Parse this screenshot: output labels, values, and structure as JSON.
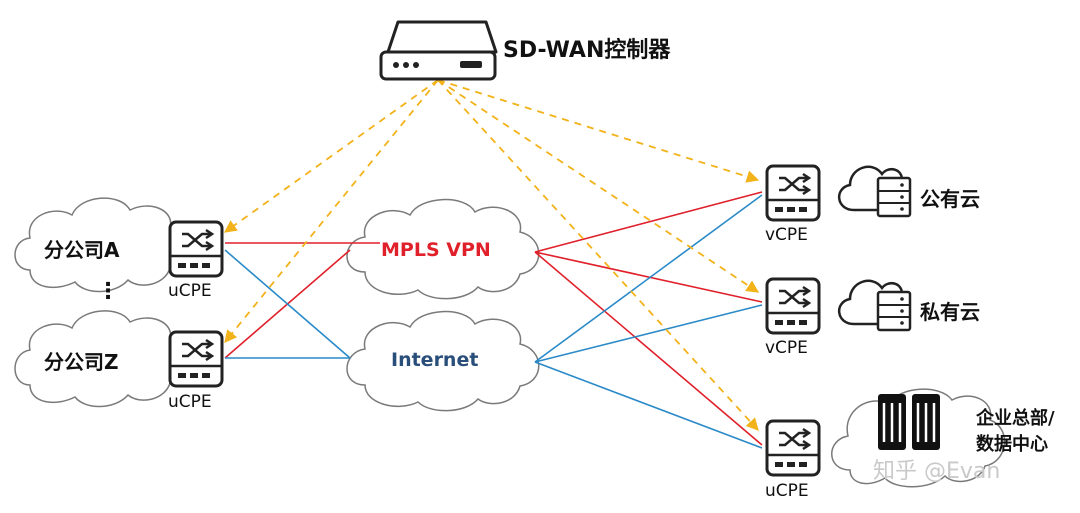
{
  "controller": {
    "label": "SD-WAN控制器"
  },
  "branches": [
    {
      "label": "分公司A",
      "device": "uCPE"
    },
    {
      "label": "分公司Z",
      "device": "uCPE"
    }
  ],
  "branch_ellipsis": "⋮",
  "networks": [
    {
      "label": "MPLS VPN",
      "color": "#e0202a"
    },
    {
      "label": "Internet",
      "color": "#2a4e7a"
    }
  ],
  "sites": [
    {
      "label": "公有云",
      "device": "vCPE"
    },
    {
      "label": "私有云",
      "device": "vCPE"
    },
    {
      "label_line1": "企业总部/",
      "label_line2": "数据中心",
      "device": "uCPE"
    }
  ],
  "watermark": "知乎 @Evan",
  "colors": {
    "mpls_link": "#e0202a",
    "internet_link": "#2a8ac8",
    "control_link": "#f2b21a"
  }
}
